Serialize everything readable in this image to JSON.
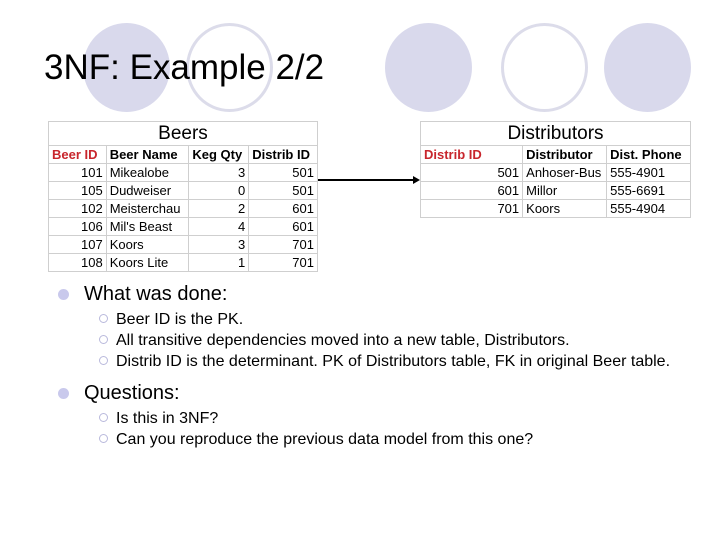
{
  "slide": {
    "title": "3NF: Example 2/2",
    "decor_circles": [
      {
        "style": "filled",
        "color": "#d9d9ec"
      },
      {
        "style": "outline",
        "color": "#dcdcea"
      },
      {
        "style": "filled",
        "color": "#d9d9ec"
      },
      {
        "style": "outline",
        "color": "#dcdcea"
      },
      {
        "style": "filled",
        "color": "#d9d9ec"
      }
    ]
  },
  "beers_table": {
    "caption": "Beers",
    "headers": [
      "Beer ID",
      "Beer Name",
      "Keg Qty",
      "Distrib ID"
    ],
    "primary_key": "Beer ID",
    "rows": [
      [
        "101",
        "Mikealobe",
        "3",
        "501"
      ],
      [
        "105",
        "Dudweiser",
        "0",
        "501"
      ],
      [
        "102",
        "Meisterchau",
        "2",
        "601"
      ],
      [
        "106",
        "Mil's Beast",
        "4",
        "601"
      ],
      [
        "107",
        "Koors",
        "3",
        "701"
      ],
      [
        "108",
        "Koors Lite",
        "1",
        "701"
      ]
    ]
  },
  "distributors_table": {
    "caption": "Distributors",
    "headers": [
      "Distrib ID",
      "Distributor",
      "Dist. Phone"
    ],
    "primary_key": "Distrib ID",
    "rows": [
      [
        "501",
        "Anhoser-Bus",
        "555-4901"
      ],
      [
        "601",
        "Millor",
        "555-6691"
      ],
      [
        "701",
        "Koors",
        "555-4904"
      ]
    ]
  },
  "pk_color": "#c8252c",
  "bullets": [
    {
      "label": "What was done:",
      "items": [
        "Beer ID is the PK.",
        "All transitive dependencies moved into a new table, Distributors.",
        "Distrib ID is the determinant. PK of Distributors table, FK in original Beer table."
      ]
    },
    {
      "label": "Questions:",
      "items": [
        "Is this in 3NF?",
        "Can you reproduce the previous data model from this one?"
      ]
    }
  ]
}
